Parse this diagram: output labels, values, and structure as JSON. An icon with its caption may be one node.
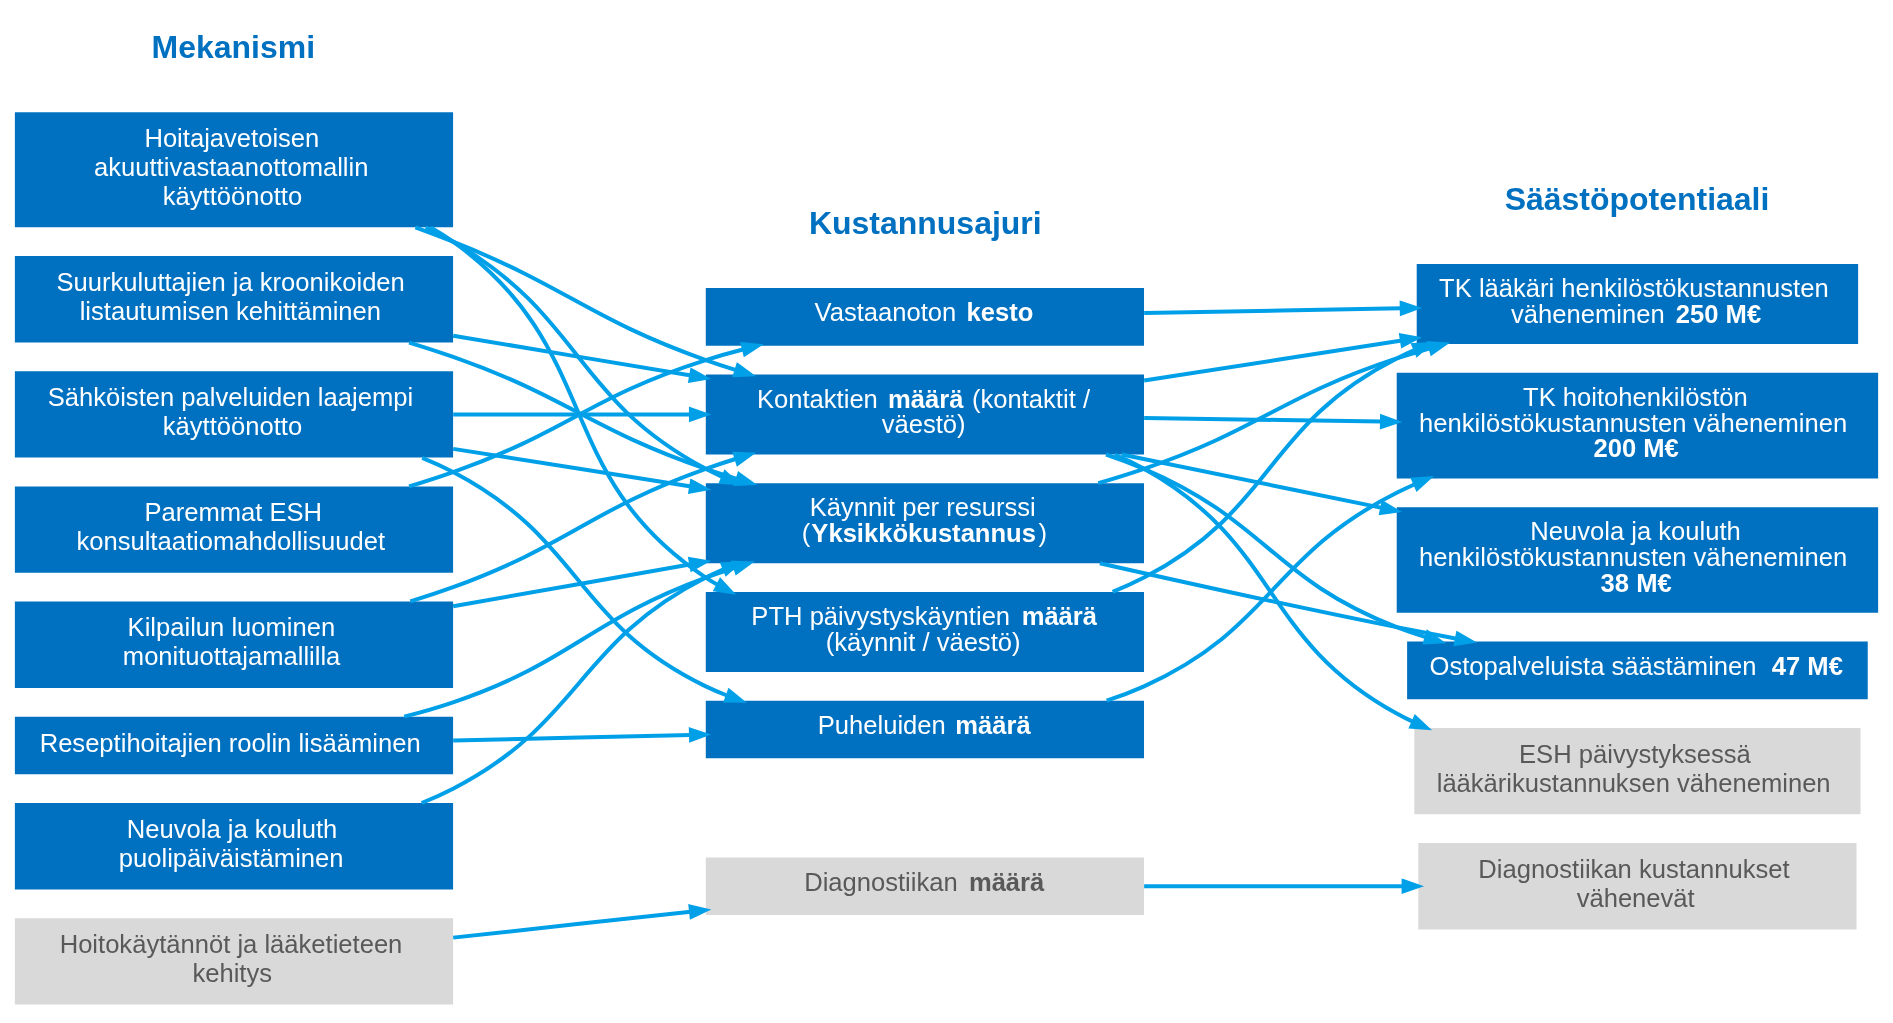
{
  "diagram": {
    "nodes": [
      {
        "text": [
          "Hoitajavetoisen akuuttivastaanottomallin käyttöönotto"
        ]
      },
      {
        "text": [
          "Suurkuluttajien ja kroonikoiden listautumisen kehittäminen"
        ]
      },
      {
        "text": [
          "Sähköisten palveluiden laajempi käyttöönotto"
        ]
      },
      {
        "text": [
          "Paremmat ESH konsultaatiomahdollisuudet"
        ]
      },
      {
        "text": [
          "Kilpailun luominen monituottajamallilla"
        ]
      },
      {
        "text": [
          "Reseptihoitajien roolin lisääminen"
        ]
      },
      {
        "text": [
          "Neuvola ja kouluth puolipäiväistäminen"
        ]
      },
      {
        "text": [
          "Hoitokäytännöt ja lääketieteen kehitys"
        ]
      },
      {
        "text": [
          "Vastaanoton **kesto**"
        ]
      },
      {
        "text": [
          "Kontaktien **määrä** (kontaktit / väestö)"
        ]
      },
      {
        "text": [
          "Käynnit per resurssi (**Yksikkökustannus**)"
        ]
      },
      {
        "text": [
          "PTH päivystyskäyntien **määrä** (käynnit / väestö)"
        ]
      },
      {
        "text": [
          "Puheluiden **määrä**"
        ]
      },
      {
        "text": [
          "Diagnostiikan **määrä**"
        ]
      },
      {
        "text": [
          "TK lääkäri henkilöstökustannusten väheneminen **250 M€**"
        ]
      },
      {
        "text": [
          "TK hoitohenkilöstön henkilöstökustannusten väheneminen **200 M€**"
        ]
      },
      {
        "text": [
          "Neuvola ja kouluth henkilöstökustannusten väheneminen  **38 M€**"
        ]
      },
      {
        "text": [
          "Ostopalveluista säästäminen **47 M€**"
        ]
      },
      {
        "text": [
          "ESH päivystyksessä lääkärikustannuksen väheneminen"
        ]
      },
      {
        "text": [
          "Diagnostiikan kustannukset vähenevät"
        ]
      }
    ],
    "edges": [
      {
        "from": 0,
        "to": 9,
        "arrow": "to"
      },
      {
        "from": 0,
        "to": 10,
        "arrow": "to"
      },
      {
        "from": 0,
        "to": 11,
        "arrow": "to"
      },
      {
        "from": 1,
        "to": 9,
        "arrow": "to"
      },
      {
        "from": 1,
        "to": 10,
        "arrow": "to"
      },
      {
        "from": 2,
        "to": 9,
        "arrow": "to"
      },
      {
        "from": 2,
        "to": 10,
        "arrow": "to"
      },
      {
        "from": 2,
        "to": 12,
        "arrow": "to"
      },
      {
        "from": 3,
        "to": 8,
        "arrow": "to"
      },
      {
        "from": 4,
        "to": 9,
        "arrow": "to"
      },
      {
        "from": 4,
        "to": 10,
        "arrow": "to"
      },
      {
        "from": 5,
        "to": 10,
        "arrow": "to"
      },
      {
        "from": 5,
        "to": 12,
        "arrow": "to"
      },
      {
        "from": 6,
        "to": 10,
        "arrow": "to"
      },
      {
        "from": 7,
        "to": 13,
        "arrow": "to"
      },
      {
        "from": 8,
        "to": 14,
        "arrow": "to"
      },
      {
        "from": 9,
        "to": 14,
        "arrow": "to"
      },
      {
        "from": 9,
        "to": 15,
        "arrow": "to"
      },
      {
        "from": 9,
        "to": 16,
        "arrow": "to"
      },
      {
        "from": 9,
        "to": 17,
        "arrow": "to"
      },
      {
        "from": 9,
        "to": 18,
        "arrow": "to"
      },
      {
        "from": 10,
        "to": 14,
        "arrow": "to"
      },
      {
        "from": 10,
        "to": 17,
        "arrow": "to"
      },
      {
        "from": 11,
        "to": 14,
        "arrow": "to"
      },
      {
        "from": 12,
        "to": 15,
        "arrow": "to"
      },
      {
        "from": 13,
        "to": 19,
        "arrow": "to"
      }
    ],
    "labels": [
      "Mekanismi",
      "Kustannusajuri",
      "Säästöpotentiaali"
    ]
  }
}
